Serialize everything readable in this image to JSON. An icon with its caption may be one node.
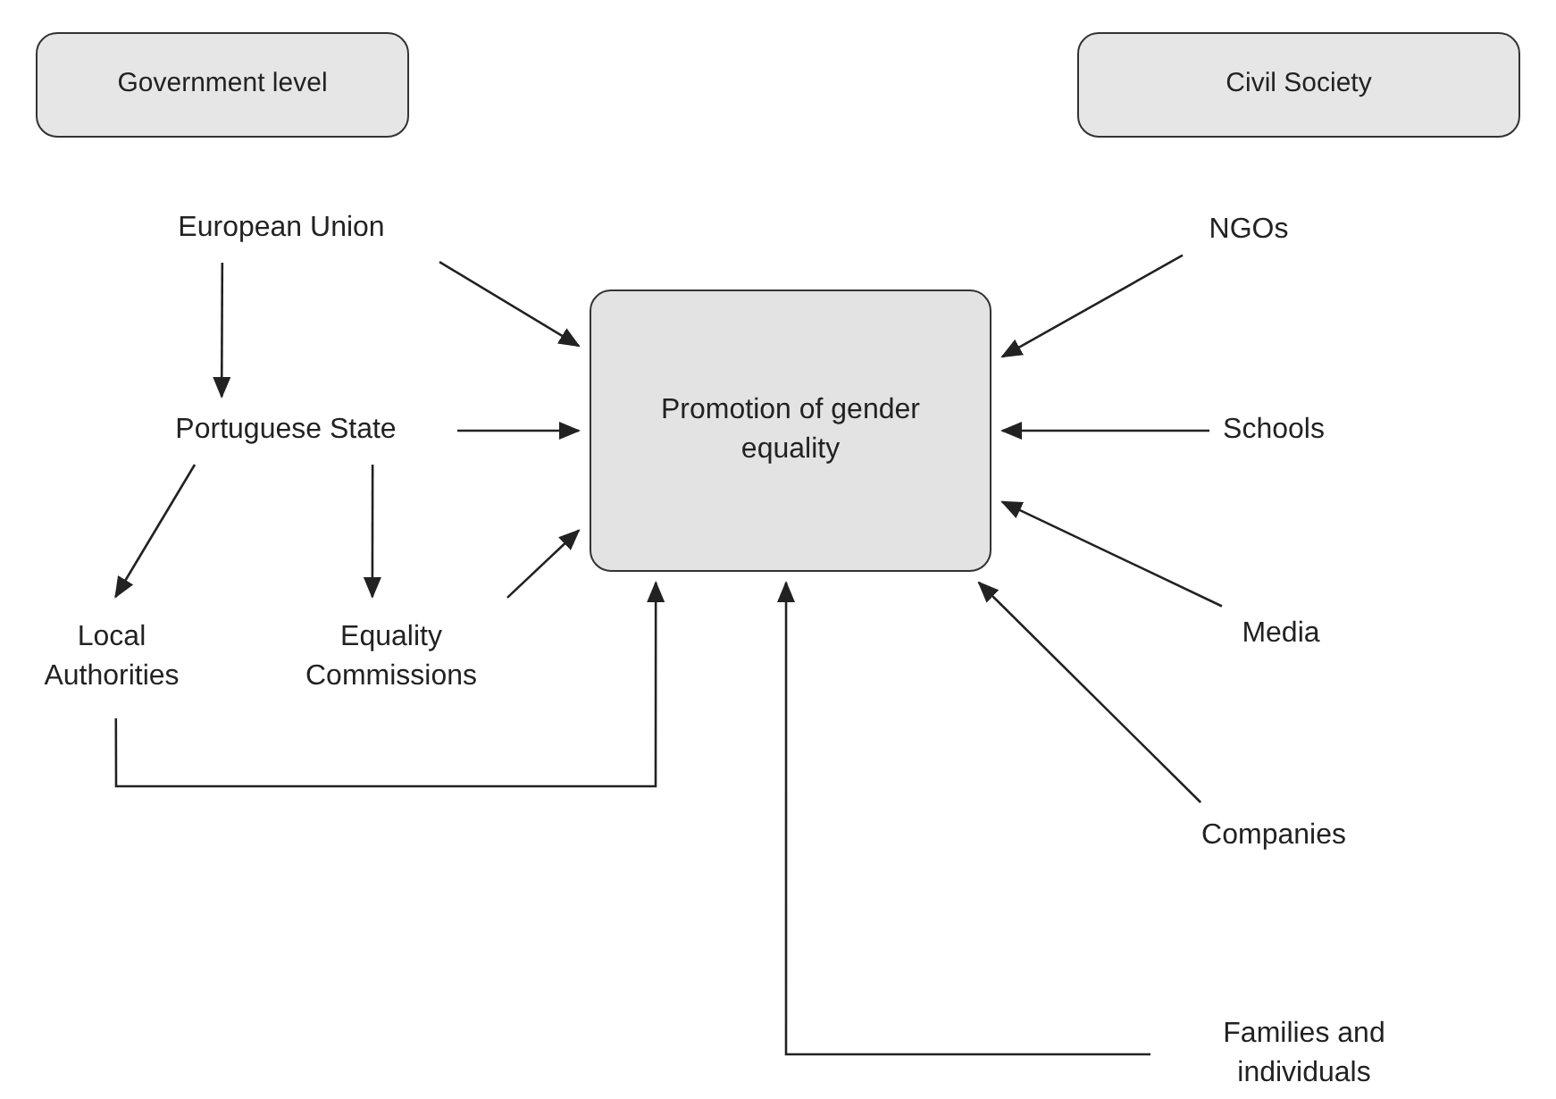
{
  "diagram": {
    "nodes": [
      {
        "text": [
          "Government level"
        ]
      },
      {
        "text": [
          "Civil Society"
        ]
      },
      {
        "text": [
          "European Union"
        ]
      },
      {
        "text": [
          "Portuguese State"
        ]
      },
      {
        "text": [
          "Local Authorities"
        ]
      },
      {
        "text": [
          "Equality Commissions"
        ]
      },
      {
        "text": [
          "Promotion of gender equality"
        ]
      },
      {
        "text": [
          "NGOs"
        ]
      },
      {
        "text": [
          "Schools"
        ]
      },
      {
        "text": [
          "Media"
        ]
      },
      {
        "text": [
          "Companies"
        ]
      },
      {
        "text": [
          "Families and individuals"
        ]
      }
    ],
    "edges": [
      {
        "from": 2,
        "to": 6,
        "arrow": "to"
      },
      {
        "from": 2,
        "to": 3,
        "arrow": "to"
      },
      {
        "from": 3,
        "to": 6,
        "arrow": "to"
      },
      {
        "from": 3,
        "to": 4,
        "arrow": "to"
      },
      {
        "from": 3,
        "to": 5,
        "arrow": "to"
      },
      {
        "from": 5,
        "to": 6,
        "arrow": "to"
      },
      {
        "from": 4,
        "to": 6,
        "arrow": "to"
      },
      {
        "from": 7,
        "to": 6,
        "arrow": "to"
      },
      {
        "from": 8,
        "to": 6,
        "arrow": "to"
      },
      {
        "from": 9,
        "to": 6,
        "arrow": "to"
      },
      {
        "from": 10,
        "to": 6,
        "arrow": "to"
      },
      {
        "from": 11,
        "to": 6,
        "arrow": "to"
      }
    ]
  }
}
